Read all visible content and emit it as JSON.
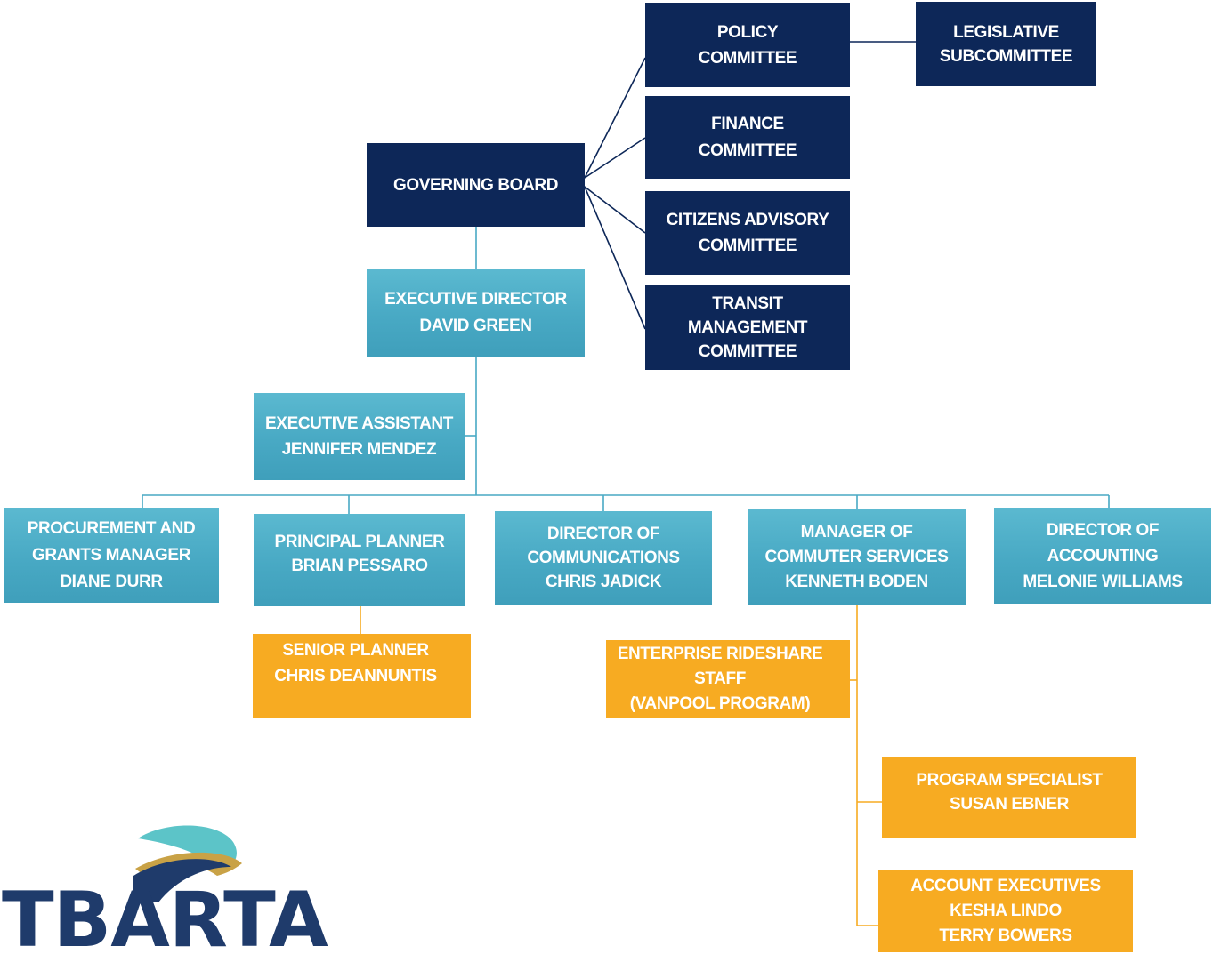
{
  "board": {
    "governing": [
      "GOVERNING BOARD"
    ],
    "policy": [
      "POLICY",
      "COMMITTEE"
    ],
    "legislative": [
      "LEGISLATIVE",
      "SUBCOMMITTEE"
    ],
    "finance": [
      "FINANCE",
      "COMMITTEE"
    ],
    "citizens": [
      "CITIZENS ADVISORY",
      "COMMITTEE"
    ],
    "transit": [
      "TRANSIT",
      "MANAGEMENT",
      "COMMITTEE"
    ]
  },
  "staff": {
    "executive_director": [
      "EXECUTIVE DIRECTOR",
      "DAVID GREEN"
    ],
    "executive_assistant": [
      "EXECUTIVE ASSISTANT",
      "JENNIFER MENDEZ"
    ],
    "procurement": [
      "PROCUREMENT AND",
      "GRANTS MANAGER",
      "DIANE DURR"
    ],
    "principal_planner": [
      "PRINCIPAL PLANNER",
      "BRIAN PESSARO"
    ],
    "communications": [
      "DIRECTOR OF",
      "COMMUNICATIONS",
      "CHRIS JADICK"
    ],
    "commuter_services": [
      "MANAGER OF",
      "COMMUTER SERVICES",
      "KENNETH BODEN"
    ],
    "accounting": [
      "DIRECTOR OF",
      "ACCOUNTING",
      "MELONIE WILLIAMS"
    ],
    "senior_planner": [
      "SENIOR PLANNER",
      "CHRIS DEANNUNTIS"
    ],
    "rideshare": [
      "ENTERPRISE RIDESHARE",
      "STAFF",
      "(VANPOOL PROGRAM)"
    ],
    "program_specialist": [
      "PROGRAM SPECIALIST",
      "SUSAN EBNER"
    ],
    "account_executives": [
      "ACCOUNT EXECUTIVES",
      "KESHA LINDO",
      "TERRY BOWERS"
    ]
  },
  "logo": {
    "text": "TBARTA"
  },
  "colors": {
    "navy": "#0d2758",
    "teal": "#48a9c4",
    "orange": "#f7ab22",
    "logo_navy": "#1f3b6b",
    "logo_teal": "#5cc4c8",
    "logo_gold": "#c9a246"
  }
}
